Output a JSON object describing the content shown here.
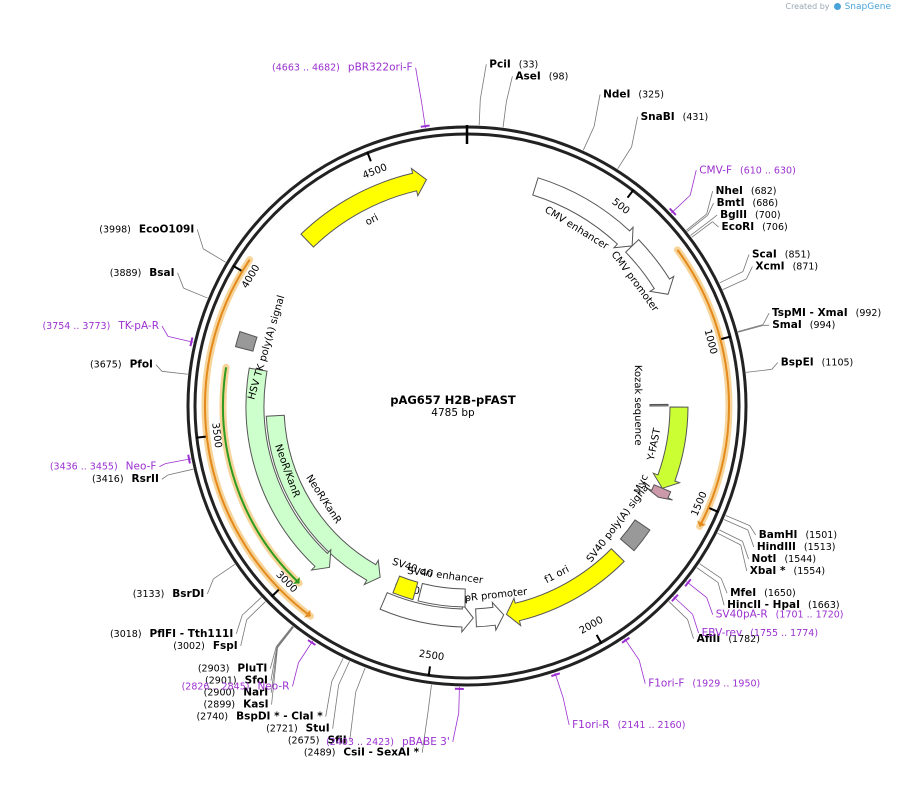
{
  "credit": {
    "prefix": "Created by",
    "brand": "SnapGene"
  },
  "plasmid": {
    "name": "pAG657 H2B-pFAST",
    "length_label": "4785 bp",
    "length": 4785
  },
  "ticks": [
    {
      "label": "500",
      "bp": 500
    },
    {
      "label": "1000",
      "bp": 1000
    },
    {
      "label": "1500",
      "bp": 1500
    },
    {
      "label": "2000",
      "bp": 2000
    },
    {
      "label": "2500",
      "bp": 2500
    },
    {
      "label": "3000",
      "bp": 3000
    },
    {
      "label": "3500",
      "bp": 3500
    },
    {
      "label": "4000",
      "bp": 4000
    },
    {
      "label": "4500",
      "bp": 4500
    }
  ],
  "enzymes": [
    {
      "name": "PciI",
      "pos": "(33)",
      "bp": 33
    },
    {
      "name": "AseI",
      "pos": "(98)",
      "bp": 98
    },
    {
      "name": "NdeI",
      "pos": "(325)",
      "bp": 325
    },
    {
      "name": "SnaBI",
      "pos": "(431)",
      "bp": 431
    },
    {
      "name": "NheI",
      "pos": "(682)",
      "bp": 682
    },
    {
      "name": "BmtI",
      "pos": "(686)",
      "bp": 686
    },
    {
      "name": "BglII",
      "pos": "(700)",
      "bp": 700
    },
    {
      "name": "EcoRI",
      "pos": "(706)",
      "bp": 706
    },
    {
      "name": "ScaI",
      "pos": "(851)",
      "bp": 851
    },
    {
      "name": "XcmI",
      "pos": "(871)",
      "bp": 871
    },
    {
      "name": "TspMI  - XmaI",
      "pos": "(992)",
      "bp": 992
    },
    {
      "name": "SmaI",
      "pos": "(994)",
      "bp": 994
    },
    {
      "name": "BspEI",
      "pos": "(1105)",
      "bp": 1105
    },
    {
      "name": "BamHI",
      "pos": "(1501)",
      "bp": 1501
    },
    {
      "name": "HindIII",
      "pos": "(1513)",
      "bp": 1513
    },
    {
      "name": "NotI",
      "pos": "(1544)",
      "bp": 1544
    },
    {
      "name": "XbaI  *",
      "pos": "(1554)",
      "bp": 1554
    },
    {
      "name": "MfeI",
      "pos": "(1650)",
      "bp": 1650
    },
    {
      "name": "HincII  - HpaI",
      "pos": "(1663)",
      "bp": 1663
    },
    {
      "name": "AflII",
      "pos": "(1782)",
      "bp": 1782
    },
    {
      "name": "CsiI  - SexAI  *",
      "pos": "(2489)",
      "bp": 2489
    },
    {
      "name": "SfiI",
      "pos": "(2675)",
      "bp": 2675
    },
    {
      "name": "StuI",
      "pos": "(2721)",
      "bp": 2721
    },
    {
      "name": "BspDI  *  - ClaI  *",
      "pos": "(2740)",
      "bp": 2740
    },
    {
      "name": "KasI",
      "pos": "(2899)",
      "bp": 2899
    },
    {
      "name": "NarI",
      "pos": "(2900)",
      "bp": 2900
    },
    {
      "name": "SfoI",
      "pos": "(2901)",
      "bp": 2901
    },
    {
      "name": "PluTI",
      "pos": "(2903)",
      "bp": 2903
    },
    {
      "name": "FspI",
      "pos": "(3002)",
      "bp": 3002
    },
    {
      "name": "PflFI  - Tth111I",
      "pos": "(3018)",
      "bp": 3018
    },
    {
      "name": "BsrDI",
      "pos": "(3133)",
      "bp": 3133
    },
    {
      "name": "RsrII",
      "pos": "(3416)",
      "bp": 3416
    },
    {
      "name": "PfoI",
      "pos": "(3675)",
      "bp": 3675
    },
    {
      "name": "BsaI",
      "pos": "(3889)",
      "bp": 3889
    },
    {
      "name": "EcoO109I",
      "pos": "(3998)",
      "bp": 3998
    }
  ],
  "primers": [
    {
      "name": "pBR322ori-F",
      "pos": "(4663 .. 4682)",
      "bp": 4672
    },
    {
      "name": "CMV-F",
      "pos": "(610 .. 630)",
      "bp": 620
    },
    {
      "name": "SV40pA-R",
      "pos": "(1701 .. 1720)",
      "bp": 1710
    },
    {
      "name": "EBV-rev",
      "pos": "(1755 .. 1774)",
      "bp": 1764
    },
    {
      "name": "F1ori-F",
      "pos": "(1929 .. 1950)",
      "bp": 1939
    },
    {
      "name": "F1ori-R",
      "pos": "(2141 .. 2160)",
      "bp": 2150
    },
    {
      "name": "pBABE 3'",
      "pos": "(2403 .. 2423)",
      "bp": 2413
    },
    {
      "name": "Neo-R",
      "pos": "(2826 .. 2845)",
      "bp": 2835
    },
    {
      "name": "Neo-F",
      "pos": "(3436 .. 3455)",
      "bp": 3445
    },
    {
      "name": "TK-pA-R",
      "pos": "(3754 .. 3773)",
      "bp": 3763
    }
  ],
  "features": [
    {
      "name": "ori",
      "start": 4200,
      "end": 4650,
      "ring": 1,
      "dir": 1,
      "color": "#ffff00"
    },
    {
      "name": "CMV enhancer",
      "start": 230,
      "end": 610,
      "ring": 1,
      "dir": 1,
      "color": "#ffffff"
    },
    {
      "name": "CMV promoter",
      "start": 610,
      "end": 810,
      "ring": 1,
      "dir": 1,
      "color": "#ffffff"
    },
    {
      "name": "Y-FAST",
      "start": 1200,
      "end": 1500,
      "ring": 2,
      "dir": 1,
      "color": "#ccff33"
    },
    {
      "name": "Myc",
      "start": 1500,
      "end": 1535,
      "ring": 2,
      "dir": 1,
      "color": "#cc99aa"
    },
    {
      "name": "SV40 poly(A) signal",
      "start": 1650,
      "end": 1740,
      "ring": 2,
      "dir": 0,
      "color": "#999999"
    },
    {
      "name": "f1 ori",
      "start": 1790,
      "end": 2250,
      "ring": 2,
      "dir": 1,
      "color": "#ffff00"
    },
    {
      "name": "AmpR promoter",
      "start": 2260,
      "end": 2360,
      "ring": 2,
      "dir": -1,
      "color": "#ffffff"
    },
    {
      "name": "SV40 promoter",
      "start": 2370,
      "end": 2700,
      "ring": 2,
      "dir": -1,
      "color": "#ffffff"
    },
    {
      "name": "SV40 ori",
      "start": 2600,
      "end": 2680,
      "ring": 3,
      "dir": 0,
      "color": "#ffff00"
    },
    {
      "name": "SV40 enhancer",
      "start": 2400,
      "end": 2580,
      "ring": 3,
      "dir": 0,
      "color": "#ffffff"
    },
    {
      "name": "NeoR/KanR",
      "start": 2750,
      "end": 3550,
      "ring": 3,
      "dir": -1,
      "color": "#ccffcc"
    },
    {
      "name": "NeoR/KanR",
      "start": 2930,
      "end": 3720,
      "ring": 2,
      "dir": -1,
      "color": "#ccffcc"
    },
    {
      "name": "HSV TK poly(A) signal",
      "start": 3780,
      "end": 3830,
      "ring": 1,
      "dir": 0,
      "color": "#999999"
    },
    {
      "name": "Kozak sequence",
      "start": 1190,
      "end": 1196,
      "ring": 3,
      "dir": 0,
      "color": "#999999"
    }
  ],
  "orfs": [
    {
      "start": 710,
      "end": 1560,
      "dir": 1,
      "color": "#e38a1c"
    },
    {
      "start": 2880,
      "end": 4040,
      "dir": -1,
      "color": "#e38a1c"
    },
    {
      "start": 2970,
      "end": 3710,
      "dir": -1,
      "color": "#2e9a1e"
    }
  ]
}
